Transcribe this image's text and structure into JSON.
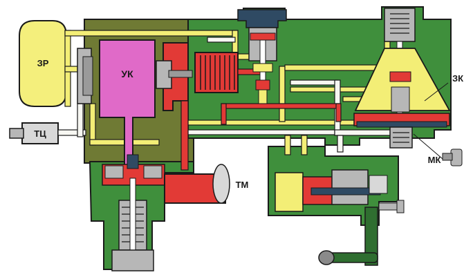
{
  "labels": {
    "zr": "ЗР",
    "tc": "ТЦ",
    "uk": "УК",
    "tm": "ТМ",
    "zk": "ЗК",
    "mk": "МК"
  },
  "colors": {
    "outline": "#1a1a1a",
    "body_dark": "#6f7a34",
    "body_green": "#3f8f3c",
    "body_green_dark": "#2f6e30",
    "reservoir_yellow": "#f4ef7c",
    "uk_magenta": "#e06ac8",
    "red_chamber": "#e23a36",
    "channel_yellow": "#f3ee76",
    "channel_white": "#f7f7f2",
    "metal_gray": "#b7b7b7",
    "dark_blue": "#2f4a63",
    "cylinder_gray": "#d8d8d8"
  }
}
